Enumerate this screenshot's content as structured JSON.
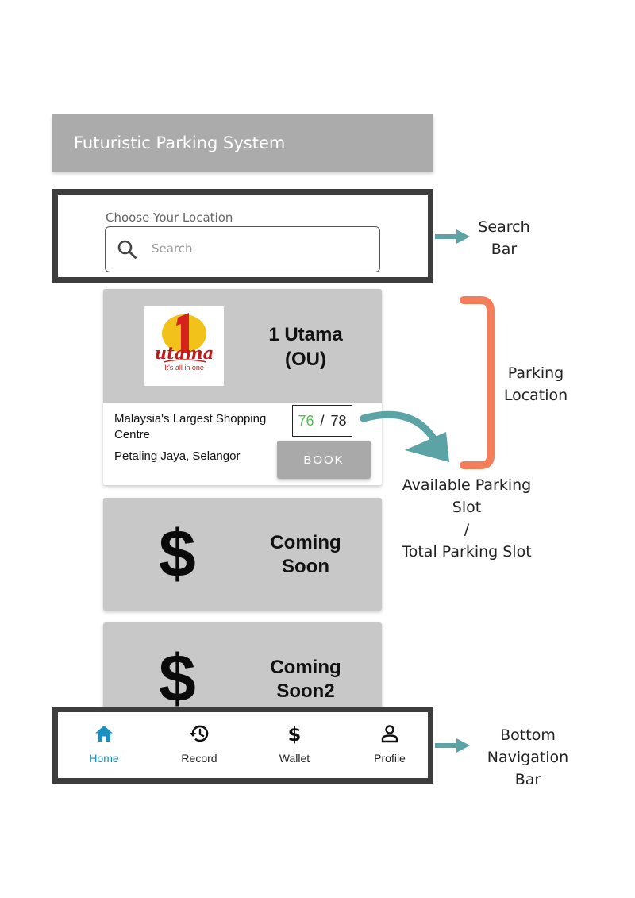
{
  "app": {
    "title": "Futuristic Parking System"
  },
  "search": {
    "label": "Choose Your Location",
    "placeholder": "Search"
  },
  "locations": [
    {
      "name": "1 Utama\n(OU)",
      "description": "Malaysia's Largest Shopping Centre",
      "city": "Petaling Jaya, Selangor",
      "available_slots": "76",
      "separator": "/",
      "total_slots": "78",
      "book_label": "BOOK",
      "logo": {
        "brand": "1 Utama",
        "word": "utama",
        "tagline": "It's all in one",
        "number": "1"
      }
    },
    {
      "name": "Coming\nSoon",
      "icon": "dollar-icon",
      "symbol": "$"
    },
    {
      "name": "Coming\nSoon2",
      "icon": "dollar-icon",
      "symbol": "$"
    }
  ],
  "nav": {
    "items": [
      {
        "label": "Home",
        "icon": "home-icon",
        "active": true
      },
      {
        "label": "Record",
        "icon": "history-icon",
        "active": false
      },
      {
        "label": "Wallet",
        "icon": "dollar-icon",
        "active": false
      },
      {
        "label": "Profile",
        "icon": "person-icon",
        "active": false
      }
    ]
  },
  "annotations": {
    "search_bar": "Search\nBar",
    "parking_location": "Parking\nLocation",
    "slot": "Available Parking Slot\n/\nTotal Parking Slot",
    "bottom_nav": "Bottom\nNavigation Bar"
  },
  "colors": {
    "app_bar": "#ababab",
    "frame": "#3d3d3d",
    "card": "#c8c8c8",
    "available": "#4cc34c",
    "active_nav": "#1b8fc2",
    "teal_arrow": "#5ba3a5",
    "orange_bracket": "#f47e5a"
  }
}
